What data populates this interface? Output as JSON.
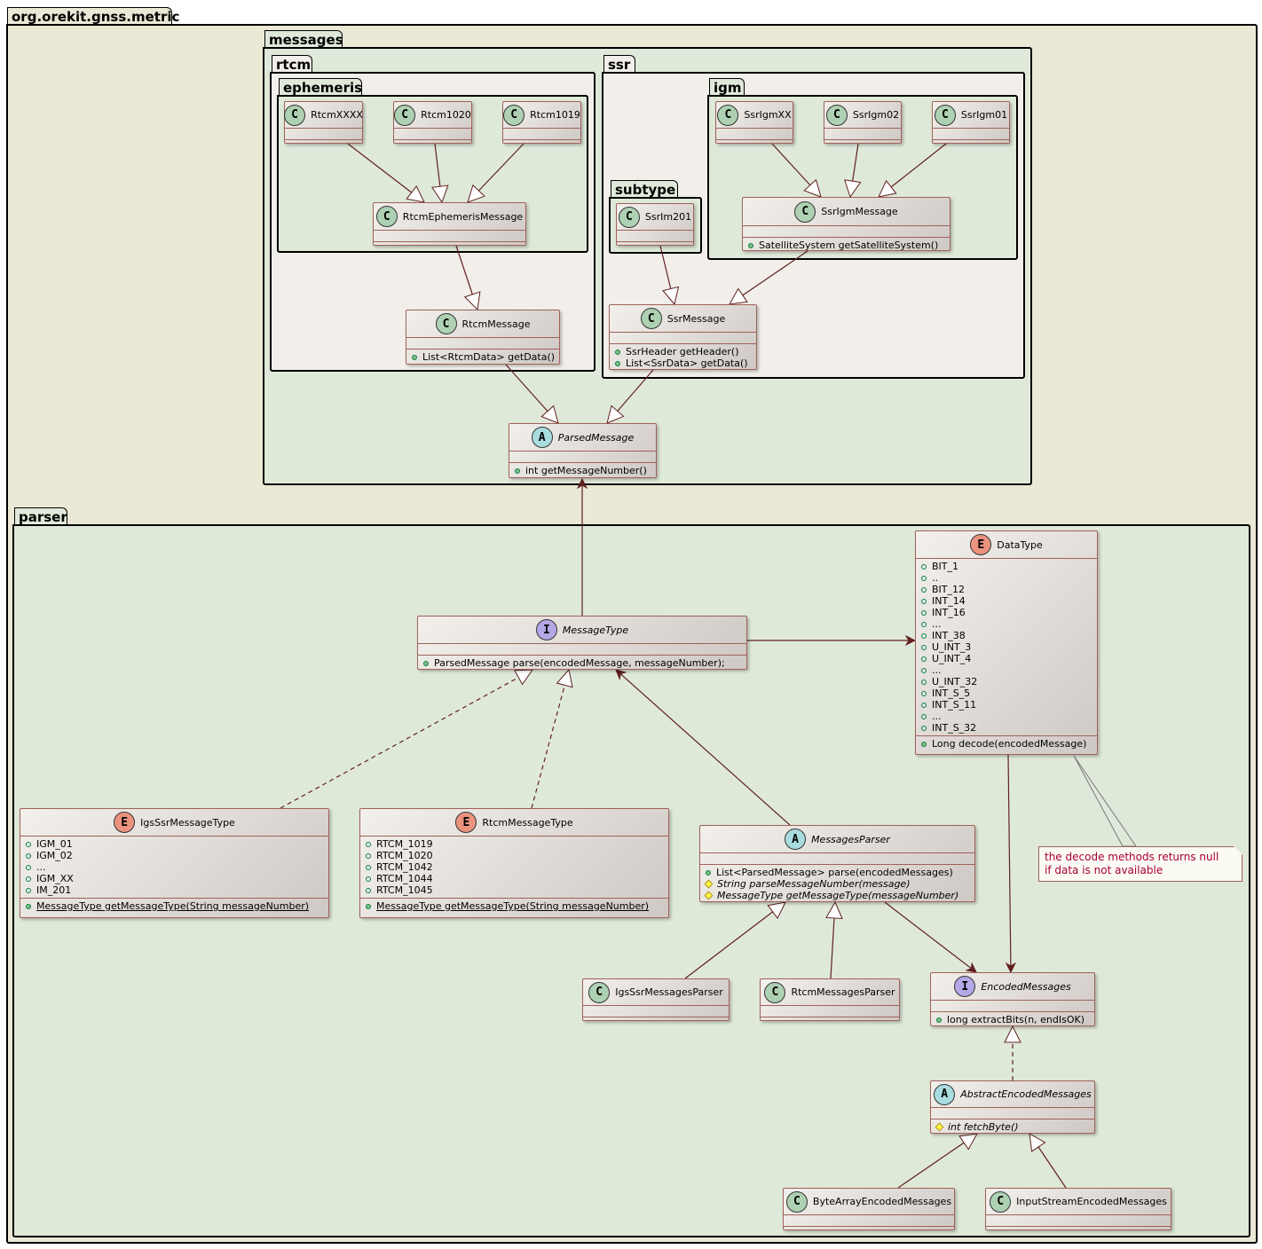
{
  "packages": {
    "root": "org.orekit.gnss.metric",
    "messages": "messages",
    "rtcm": "rtcm",
    "ephemeris": "ephemeris",
    "ssr": "ssr",
    "igm": "igm",
    "subtype": "subtype",
    "parser": "parser"
  },
  "classes": {
    "rtcmxxxx": {
      "name": "RtcmXXXX",
      "stereotype": "C"
    },
    "rtcm1020": {
      "name": "Rtcm1020",
      "stereotype": "C"
    },
    "rtcm1019": {
      "name": "Rtcm1019",
      "stereotype": "C"
    },
    "rtcmEphemerisMessage": {
      "name": "RtcmEphemerisMessage",
      "stereotype": "C"
    },
    "rtcmMessage": {
      "name": "RtcmMessage",
      "stereotype": "C",
      "methods": [
        "List<RtcmData> getData()"
      ]
    },
    "ssrIgmXX": {
      "name": "SsrIgmXX",
      "stereotype": "C"
    },
    "ssrIgm02": {
      "name": "SsrIgm02",
      "stereotype": "C"
    },
    "ssrIgm01": {
      "name": "SsrIgm01",
      "stereotype": "C"
    },
    "ssrIgmMessage": {
      "name": "SsrIgmMessage",
      "stereotype": "C",
      "methods": [
        "SatelliteSystem getSatelliteSystem()"
      ]
    },
    "ssrIm201": {
      "name": "SsrIm201",
      "stereotype": "C"
    },
    "ssrMessage": {
      "name": "SsrMessage",
      "stereotype": "C",
      "methods": [
        "SsrHeader getHeader()",
        "List<SsrData> getData()"
      ]
    },
    "parsedMessage": {
      "name": "ParsedMessage",
      "stereotype": "A",
      "methods": [
        "int getMessageNumber()"
      ]
    },
    "dataType": {
      "name": "DataType",
      "stereotype": "E",
      "fields": [
        "BIT_1",
        "..",
        "BIT_12",
        "INT_14",
        "INT_16",
        "...",
        "INT_38",
        "U_INT_3",
        "U_INT_4",
        "...",
        "U_INT_32",
        "INT_S_5",
        "INT_S_11",
        "...",
        "INT_S_32"
      ],
      "methods": [
        "Long decode(encodedMessage)"
      ]
    },
    "messageType": {
      "name": "MessageType",
      "stereotype": "I",
      "methods": [
        "ParsedMessage parse(encodedMessage, messageNumber);"
      ]
    },
    "igsSsrMessageType": {
      "name": "IgsSsrMessageType",
      "stereotype": "E",
      "fields": [
        "IGM_01",
        "IGM_02",
        "...",
        "IGM_XX",
        "IM_201"
      ],
      "methods": [
        "MessageType getMessageType(String messageNumber)"
      ]
    },
    "rtcmMessageType": {
      "name": "RtcmMessageType",
      "stereotype": "E",
      "fields": [
        "RTCM_1019",
        "RTCM_1020",
        "RTCM_1042",
        "RTCM_1044",
        "RTCM_1045"
      ],
      "methods": [
        "MessageType getMessageType(String messageNumber)"
      ]
    },
    "messagesParser": {
      "name": "MessagesParser",
      "stereotype": "A",
      "methods": [
        "List<ParsedMessage> parse(encodedMessages)",
        "String parseMessageNumber(message)",
        "MessageType getMessageType(messageNumber)"
      ]
    },
    "igsSsrMessagesParser": {
      "name": "IgsSsrMessagesParser",
      "stereotype": "C"
    },
    "rtcmMessagesParser": {
      "name": "RtcmMessagesParser",
      "stereotype": "C"
    },
    "encodedMessages": {
      "name": "EncodedMessages",
      "stereotype": "I",
      "methods": [
        "long extractBits(n, endIsOK)"
      ]
    },
    "abstractEncodedMessages": {
      "name": "AbstractEncodedMessages",
      "stereotype": "A",
      "methods": [
        "int fetchByte()"
      ]
    },
    "byteArrayEncodedMessages": {
      "name": "ByteArrayEncodedMessages",
      "stereotype": "C"
    },
    "inputStreamEncodedMessages": {
      "name": "InputStreamEncodedMessages",
      "stereotype": "C"
    }
  },
  "note": {
    "line1": "the decode methods returns null",
    "line2": "if data is not available"
  },
  "colors": {
    "edge": "#a0615a",
    "arrow": "#602020",
    "classFill": "#f3f0ec",
    "packageOuter": "#ebe8d6",
    "packageInner": "#dfe9d9",
    "packageLeaf": "#f2efea"
  }
}
